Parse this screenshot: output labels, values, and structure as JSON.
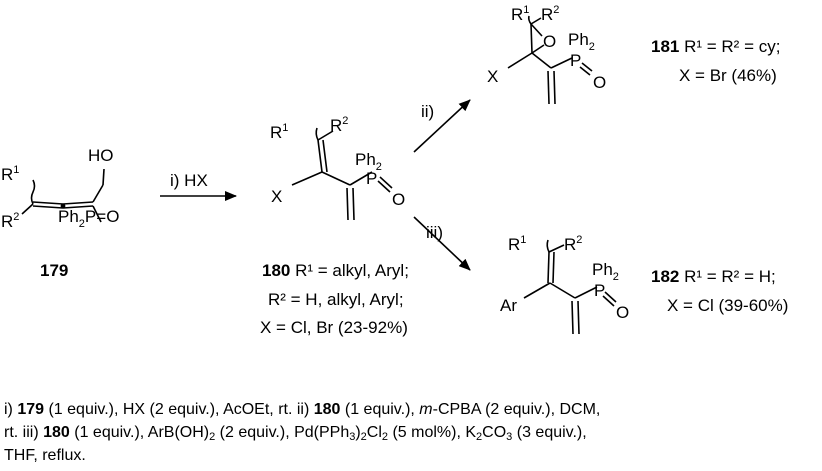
{
  "compound_179": {
    "number": "179",
    "atoms": {
      "ho": "HO",
      "r1": "R",
      "r1_sup": "1",
      "r2": "R",
      "r2_sup": "2",
      "ph2p": "Ph",
      "ph2p_sub": "2",
      "p": "P",
      "eq_o": "=O"
    }
  },
  "compound_180": {
    "number": "180",
    "atoms": {
      "r1": "R",
      "r1_sup": "1",
      "r2": "R",
      "r2_sup": "2",
      "ph2": "Ph",
      "ph2_sub": "2",
      "p": "P",
      "o": "O",
      "x": "X"
    },
    "subst_line1": " R¹ = alkyl, Aryl;",
    "subst_line2": "R² = H, alkyl, Aryl;",
    "subst_line3": "X = Cl, Br (23-92%)"
  },
  "compound_181": {
    "number": "181",
    "atoms": {
      "r1": "R",
      "r1_sup": "1",
      "r2": "R",
      "r2_sup": "2",
      "o_ring": "O",
      "ph2": "Ph",
      "ph2_sub": "2",
      "p": "P",
      "o": "O",
      "x": "X"
    },
    "subst_line1": " R¹ = R² = cy;",
    "subst_line2": "X = Br (46%)"
  },
  "compound_182": {
    "number": "182",
    "atoms": {
      "r1": "R",
      "r1_sup": "1",
      "r2": "R",
      "r2_sup": "2",
      "ph2": "Ph",
      "ph2_sub": "2",
      "p": "P",
      "o": "O",
      "ar": "Ar"
    },
    "subst_line1": " R¹ = R² = H;",
    "subst_line2": "X = Cl (39-60%)"
  },
  "arrows": {
    "step1": "i) HX",
    "step2": "ii)",
    "step3": "iii)"
  },
  "conditions": {
    "line1": {
      "p1": "i) ",
      "c179": "179",
      "p2": " (1 equiv.), HX (2 equiv.), AcOEt, rt. ii) ",
      "c180": "180",
      "p3": " (1 equiv.), ",
      "mcpba": "m",
      "p4": "-CPBA (2 equiv.), DCM,"
    },
    "line2": {
      "p1": "rt. iii) ",
      "c180": "180",
      "p2": " (1 equiv.), ArB(OH)",
      "sub1": "2",
      "p3": " (2 equiv.), Pd(PPh",
      "sub2": "3",
      "p4": ")",
      "sub3": "2",
      "p5": "Cl",
      "sub4": "2",
      "p6": " (5 mol%), K",
      "sub5": "2",
      "p7": "CO",
      "sub6": "3",
      "p8": " (3 equiv.),"
    },
    "line3": {
      "p1": "THF, reflux."
    }
  }
}
